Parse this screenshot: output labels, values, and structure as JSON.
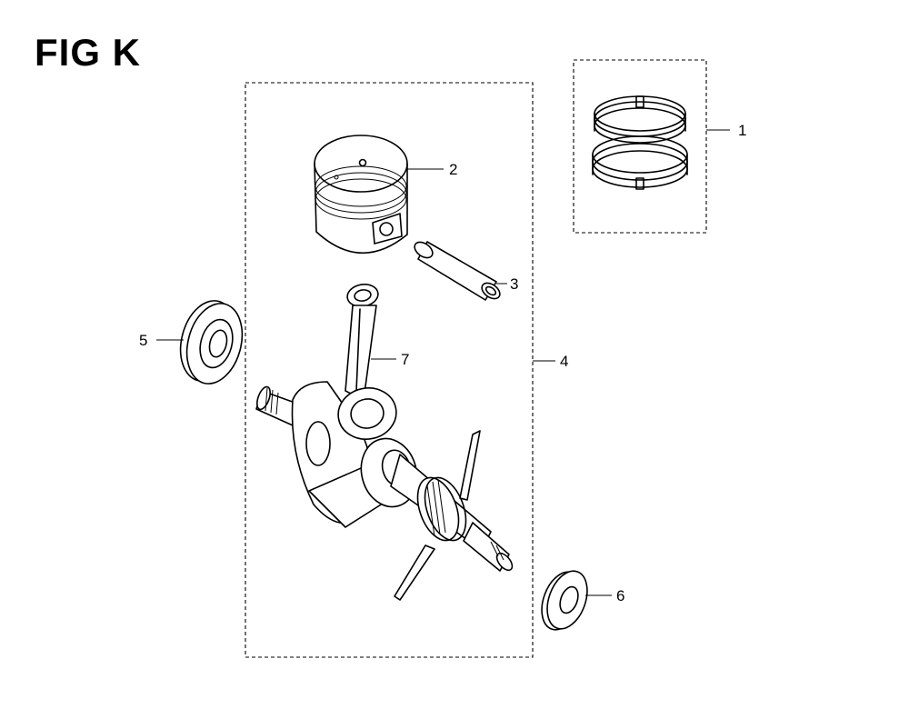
{
  "figure": {
    "title": "FIG K"
  },
  "callouts": [
    {
      "number": "1",
      "part": "piston-ring-set"
    },
    {
      "number": "2",
      "part": "piston"
    },
    {
      "number": "3",
      "part": "piston-pin"
    },
    {
      "number": "4",
      "part": "crankshaft-assembly"
    },
    {
      "number": "5",
      "part": "oil-seal-left"
    },
    {
      "number": "6",
      "part": "oil-seal-right"
    },
    {
      "number": "7",
      "part": "connecting-rod"
    }
  ]
}
